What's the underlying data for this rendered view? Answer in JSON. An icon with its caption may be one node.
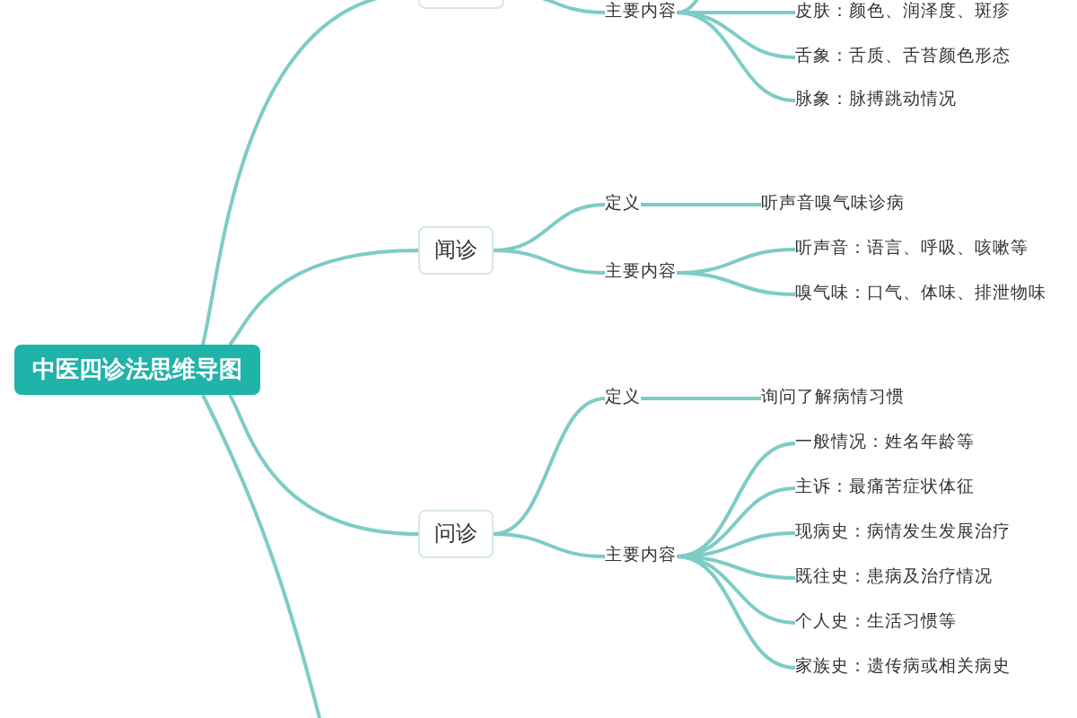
{
  "diagram": {
    "nodes": [
      {
        "text": [
          "中医四诊法思维导图"
        ]
      },
      {
        "text": [],
        "shape": "box"
      },
      {
        "text": [
          "主要内容"
        ]
      },
      {
        "text": [
          "皮肤：颜色、润泽度、斑疹"
        ]
      },
      {
        "text": [
          "舌象：舌质、舌苔颜色形态"
        ]
      },
      {
        "text": [
          "脉象：脉搏跳动情况"
        ]
      },
      {
        "text": [
          "闻诊"
        ]
      },
      {
        "text": [
          "定义"
        ]
      },
      {
        "text": [
          "听声音嗅气味诊病"
        ]
      },
      {
        "text": [
          "主要内容"
        ]
      },
      {
        "text": [
          "听声音：语言、呼吸、咳嗽等"
        ]
      },
      {
        "text": [
          "嗅气味：口气、体味、排泄物味"
        ]
      },
      {
        "text": [
          "问诊"
        ]
      },
      {
        "text": [
          "定义"
        ]
      },
      {
        "text": [
          "询问了解病情习惯"
        ]
      },
      {
        "text": [
          "主要内容"
        ]
      },
      {
        "text": [
          "一般情况：姓名年龄等"
        ]
      },
      {
        "text": [
          "主诉：最痛苦症状体征"
        ]
      },
      {
        "text": [
          "现病史：病情发生发展治疗"
        ]
      },
      {
        "text": [
          "既往史：患病及治疗情况"
        ]
      },
      {
        "text": [
          "个人史：生活习惯等"
        ]
      },
      {
        "text": [
          "家族史：遗传病或相关病史"
        ]
      }
    ],
    "edges": [
      {
        "from": 0,
        "to": 1,
        "arrow": "none"
      },
      {
        "from": 0,
        "to": 6,
        "arrow": "none"
      },
      {
        "from": 0,
        "to": 12,
        "arrow": "none"
      },
      {
        "from": 0,
        "to": null,
        "arrow": "none"
      },
      {
        "from": 1,
        "to": 2,
        "arrow": "none"
      },
      {
        "from": 2,
        "to": null,
        "arrow": "none"
      },
      {
        "from": 2,
        "to": 3,
        "arrow": "none"
      },
      {
        "from": 2,
        "to": 4,
        "arrow": "none"
      },
      {
        "from": 2,
        "to": 5,
        "arrow": "none"
      },
      {
        "from": 6,
        "to": 7,
        "arrow": "none"
      },
      {
        "from": 7,
        "to": 8,
        "arrow": "none"
      },
      {
        "from": 6,
        "to": 9,
        "arrow": "none"
      },
      {
        "from": 9,
        "to": 10,
        "arrow": "none"
      },
      {
        "from": 9,
        "to": 11,
        "arrow": "none"
      },
      {
        "from": 12,
        "to": 13,
        "arrow": "none"
      },
      {
        "from": 13,
        "to": 14,
        "arrow": "none"
      },
      {
        "from": 12,
        "to": 15,
        "arrow": "none"
      },
      {
        "from": 15,
        "to": 16,
        "arrow": "none"
      },
      {
        "from": 15,
        "to": 17,
        "arrow": "none"
      },
      {
        "from": 15,
        "to": 18,
        "arrow": "none"
      },
      {
        "from": 15,
        "to": 19,
        "arrow": "none"
      },
      {
        "from": 15,
        "to": 20,
        "arrow": "none"
      },
      {
        "from": 15,
        "to": 21,
        "arrow": "none"
      }
    ]
  }
}
